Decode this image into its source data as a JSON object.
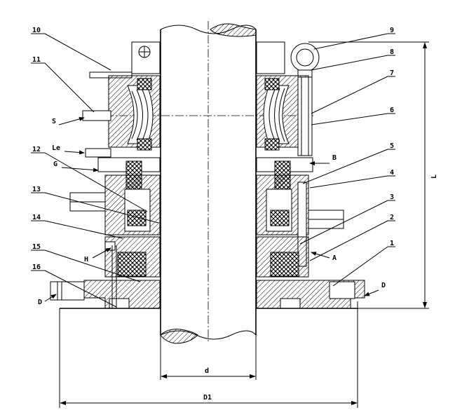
{
  "part_labels": [
    "1",
    "2",
    "3",
    "4",
    "5",
    "6",
    "7",
    "8",
    "9",
    "10",
    "11",
    "12",
    "13",
    "14",
    "15",
    "16"
  ],
  "port_labels": {
    "S": "S",
    "Le": "Le",
    "G": "G",
    "H": "H",
    "D_left": "D",
    "B": "B",
    "A": "A",
    "D_right": "D"
  },
  "dimension_labels": {
    "shaft_diameter": "d",
    "flange_diameter": "D1",
    "length": "L"
  }
}
